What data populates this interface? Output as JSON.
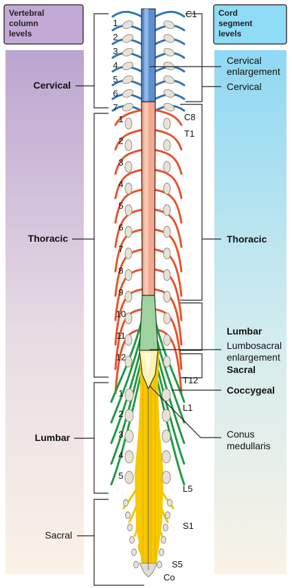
{
  "left_header": {
    "line1": "Vertebral",
    "line2": "column",
    "line3": "levels"
  },
  "right_header": {
    "line1": "Cord",
    "line2": "segment",
    "line3": "levels"
  },
  "left_regions": {
    "cervical": "Cervical",
    "thoracic": "Thoracic",
    "lumbar": "Lumbar",
    "sacral": "Sacral"
  },
  "cervical_numbers": [
    "1",
    "2",
    "3",
    "4",
    "5",
    "6",
    "7"
  ],
  "thoracic_numbers": [
    "1",
    "2",
    "3",
    "4",
    "5",
    "6",
    "7",
    "8",
    "9",
    "10",
    "11",
    "12"
  ],
  "lumbar_numbers": [
    "1",
    "2",
    "3",
    "4",
    "5"
  ],
  "cord_labels": {
    "c1": "C1",
    "c8": "C8",
    "t1": "T1",
    "t12": "T12",
    "l1": "L1",
    "l5": "L5",
    "s1": "S1",
    "s5": "S5",
    "co": "Co"
  },
  "right_labels": {
    "cervical_enlargement_1": "Cervical",
    "cervical_enlargement_2": "enlargement",
    "cervical": "Cervical",
    "thoracic": "Thoracic",
    "lumbar": "Lumbar",
    "lumbosacral_1": "Lumbosacral",
    "lumbosacral_2": "enlargement",
    "sacral": "Sacral",
    "coccygeal": "Coccygeal",
    "conus_1": "Conus",
    "conus_2": "medullaris"
  },
  "colors": {
    "cervical": "#2e73b8",
    "thoracic": "#e8532a",
    "lumbar": "#1e9a44",
    "sacral": "#f3c400",
    "left_panel_top": "#bba5d0",
    "right_panel_top": "#8fd8f3",
    "panel_bottom": "#faf2e6",
    "bone": "#e8e2d6"
  }
}
